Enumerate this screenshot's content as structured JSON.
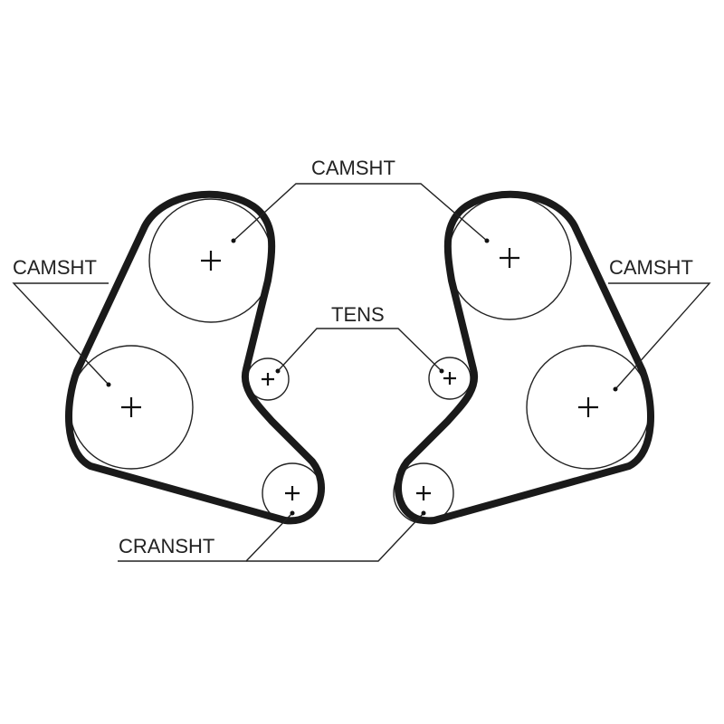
{
  "labels": {
    "camshaft_top": "CAMSHT",
    "camshaft_left": "CAMSHT",
    "camshaft_right": "CAMSHT",
    "tensioner": "TENS",
    "crankshaft": "CRANSHT"
  },
  "colors": {
    "belt": "#1a1a1a",
    "line": "#222222",
    "background": "#ffffff"
  }
}
